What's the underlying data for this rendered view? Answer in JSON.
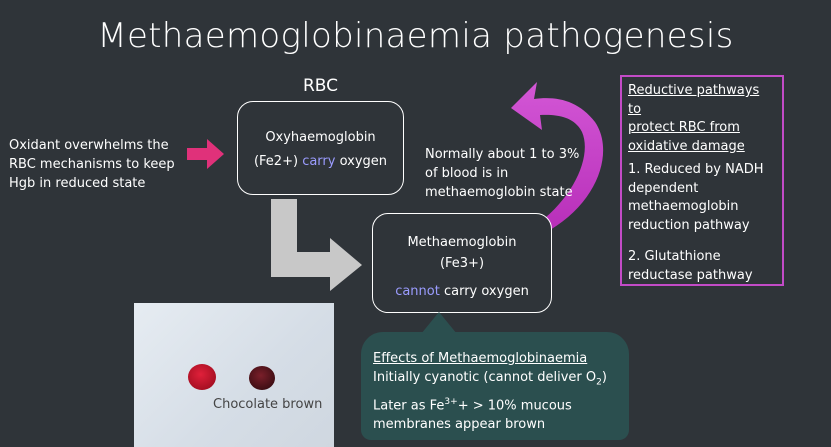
{
  "title": "Methaemoglobinaemia pathogenesis",
  "rbc_label": "RBC",
  "oxidant_text": [
    "Oxidant overwhelms the",
    "RBC mechanisms to keep",
    "Hgb in reduced state"
  ],
  "oxy_box": {
    "line1": "Oxyhaemoglobin",
    "line2_pre": "(Fe2+) ",
    "line2_hl": "carry",
    "line2_post": " oxygen"
  },
  "met_box": {
    "line1": "Methaemoglobin",
    "line2": "(Fe3+)",
    "line3_hl": "cannot",
    "line3_post": " carry oxygen"
  },
  "normal_text": [
    "Normally about 1 to  3%",
    "of blood is in",
    "methaemoglobin state"
  ],
  "reductive": {
    "heading": [
      "Reductive pathways to",
      "protect RBC from",
      "oxidative damage"
    ],
    "item1": [
      "1. Reduced by NADH",
      "dependent",
      "methaemoglobin",
      "reduction pathway"
    ],
    "item2": [
      "2. Glutathione",
      "reductase pathway"
    ]
  },
  "effects": {
    "heading": "Effects of Methaemoglobinaemia",
    "line1_pre": "Initially cyanotic (cannot deliver O",
    "line1_sub": "2",
    "line1_post": ")",
    "line2_pre": "Later as Fe",
    "line2_sup": "3+",
    "line2_post": "+ > 10%  mucous",
    "line3": "membranes appear brown"
  },
  "photo_caption": "Chocolate brown",
  "colors": {
    "background": "#2f3439",
    "highlight": "#9b9cff",
    "magenta": "#c34bc7",
    "pink_arrow": "#e0317a",
    "effects_bg": "#2b4f4f",
    "grey_arrow": "#c8c8c8"
  }
}
